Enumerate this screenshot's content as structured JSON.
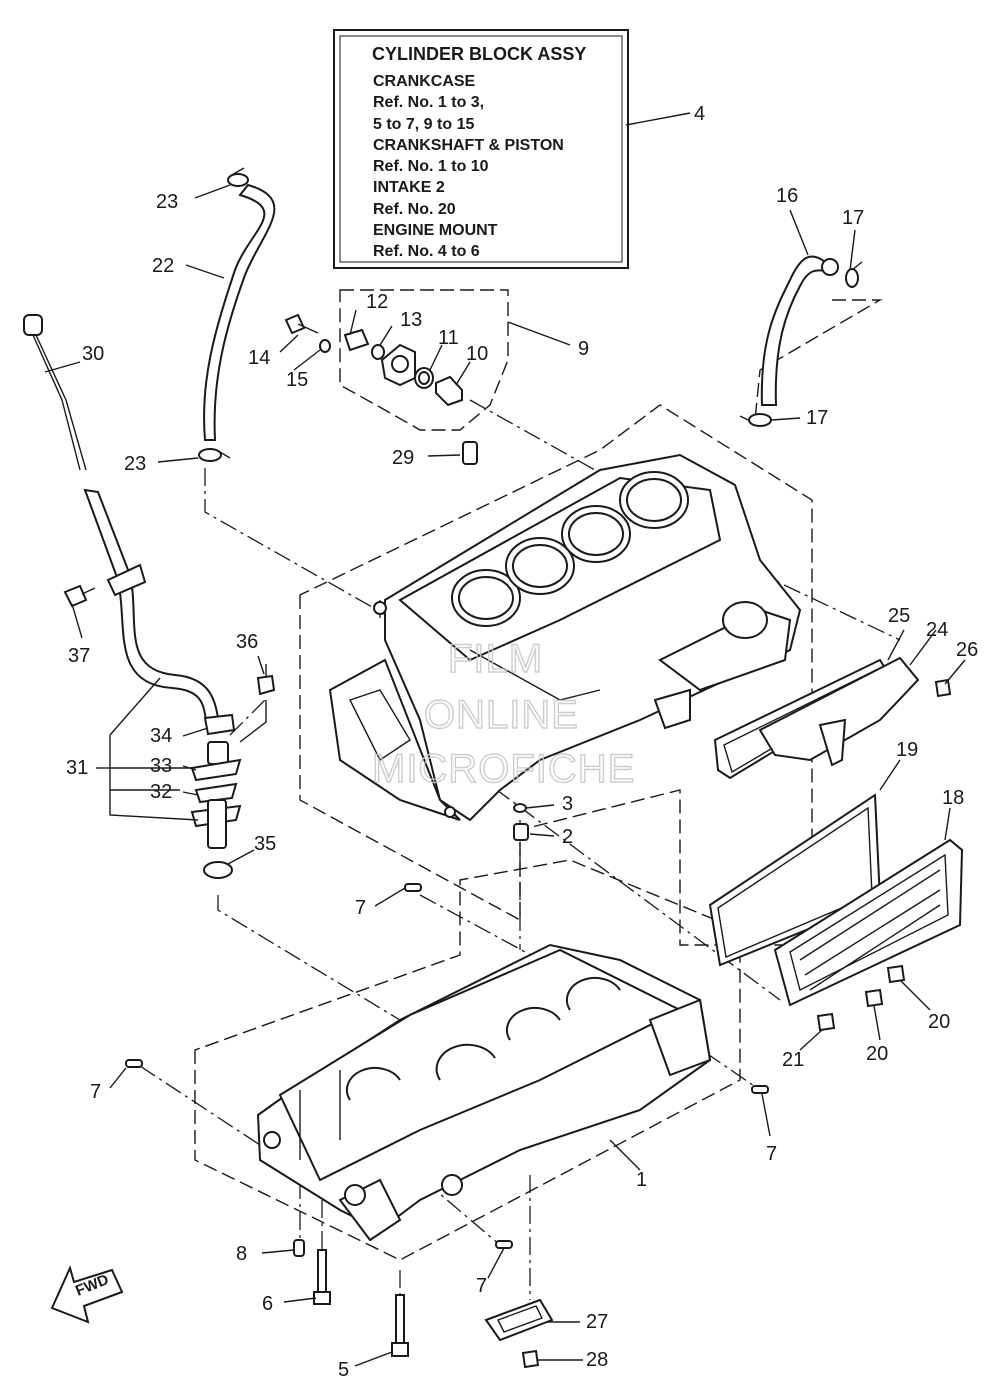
{
  "infobox": {
    "lines": [
      "CYLINDER BLOCK ASSY",
      "CRANKCASE",
      "Ref. No. 1 to 3,",
      "5 to 7, 9 to 15",
      "CRANKSHAFT & PISTON",
      "Ref. No. 1 to 10",
      "INTAKE 2",
      "Ref. No. 20",
      "ENGINE MOUNT",
      "Ref. No. 4 to 6"
    ]
  },
  "watermark": {
    "line1": "FILM",
    "line2": "ONLINE",
    "line3": "MICROFICHE"
  },
  "fwd_label": "FWD",
  "callouts": {
    "c1": "1",
    "c2": "2",
    "c3": "3",
    "c4": "4",
    "c5": "5",
    "c6": "6",
    "c7a": "7",
    "c7b": "7",
    "c7c": "7",
    "c7d": "7",
    "c8": "8",
    "c9": "9",
    "c10": "10",
    "c11": "11",
    "c12": "12",
    "c13": "13",
    "c14": "14",
    "c15": "15",
    "c16": "16",
    "c17a": "17",
    "c17b": "17",
    "c18": "18",
    "c19": "19",
    "c20a": "20",
    "c20b": "20",
    "c21": "21",
    "c22": "22",
    "c23a": "23",
    "c23b": "23",
    "c24": "24",
    "c25": "25",
    "c26": "26",
    "c27": "27",
    "c28": "28",
    "c29": "29",
    "c30": "30",
    "c31": "31",
    "c32": "32",
    "c33": "33",
    "c34": "34",
    "c35": "35",
    "c36": "36",
    "c37": "37"
  }
}
